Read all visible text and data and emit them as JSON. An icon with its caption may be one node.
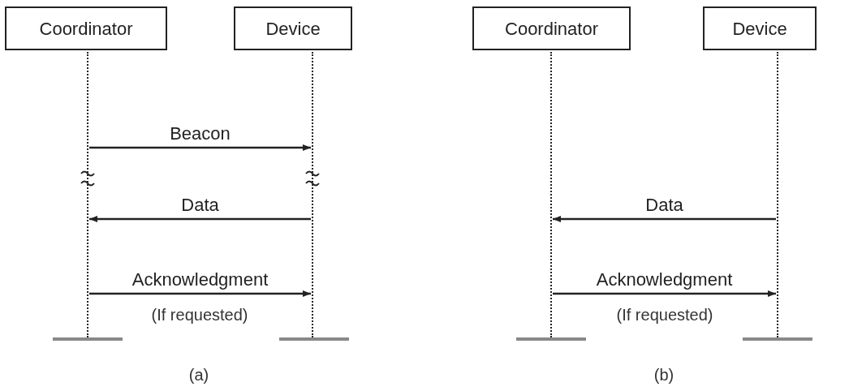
{
  "diagram": {
    "nodes": [
      {
        "text": [
          "Coordinator"
        ]
      },
      {
        "text": [
          "Device"
        ]
      },
      {
        "text": [],
        "shape": "line"
      },
      {
        "text": [],
        "shape": "line"
      },
      {
        "text": [
          "Coordinator"
        ]
      },
      {
        "text": [
          "Device"
        ]
      },
      {
        "text": [],
        "shape": "line"
      },
      {
        "text": [],
        "shape": "line"
      }
    ],
    "edges": [
      {
        "from": 2,
        "to": 3,
        "arrow": "to",
        "label": "Beacon"
      },
      {
        "from": 3,
        "to": 2,
        "arrow": "to",
        "label": "Data"
      },
      {
        "from": 2,
        "to": 3,
        "arrow": "to",
        "label": "Acknowledgment"
      },
      {
        "from": 7,
        "to": 6,
        "arrow": "to",
        "label": "Data"
      },
      {
        "from": 6,
        "to": 7,
        "arrow": "to",
        "label": "Acknowledgment"
      }
    ],
    "labels": [
      "(If requested)",
      "(a)",
      "(If requested)",
      "(b)"
    ]
  }
}
